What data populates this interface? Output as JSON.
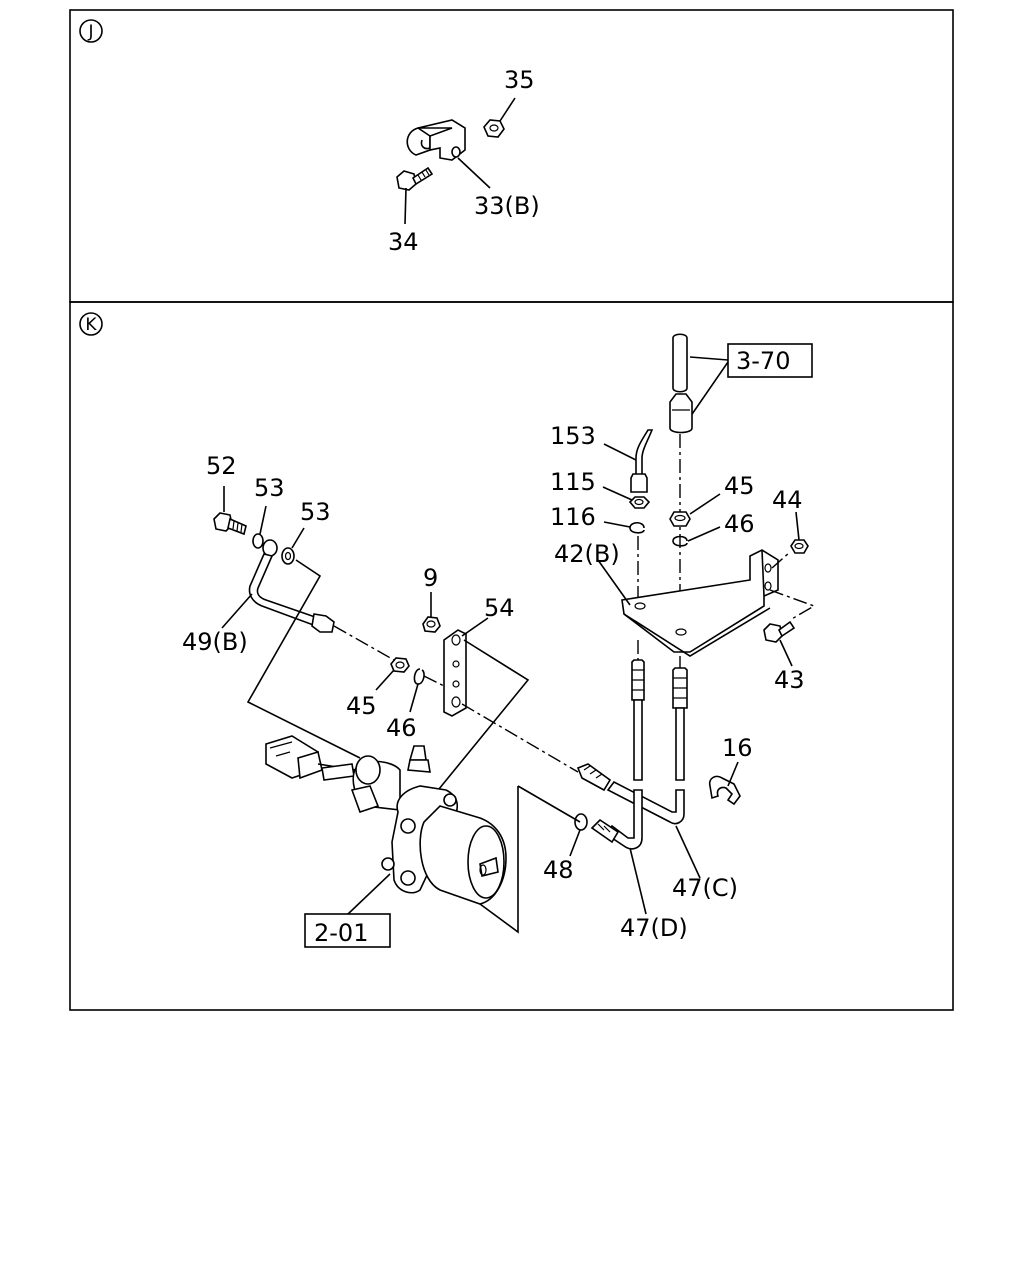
{
  "panels": [
    {
      "id": "J",
      "marker": "J",
      "labels": {
        "p35": "35",
        "p33b": "33(B)",
        "p34": "34"
      }
    },
    {
      "id": "K",
      "marker": "K",
      "labels": {
        "ref370": "3-70",
        "p153": "153",
        "p115": "115",
        "p116": "116",
        "p45a": "45",
        "p46a": "46",
        "p44": "44",
        "p42b": "42(B)",
        "p43": "43",
        "p52": "52",
        "p53a": "53",
        "p53b": "53",
        "p49b": "49(B)",
        "p9": "9",
        "p54": "54",
        "p45b": "45",
        "p46b": "46",
        "p16": "16",
        "p48": "48",
        "p47c": "47(C)",
        "p47d": "47(D)",
        "ref201": "2-01"
      }
    }
  ]
}
